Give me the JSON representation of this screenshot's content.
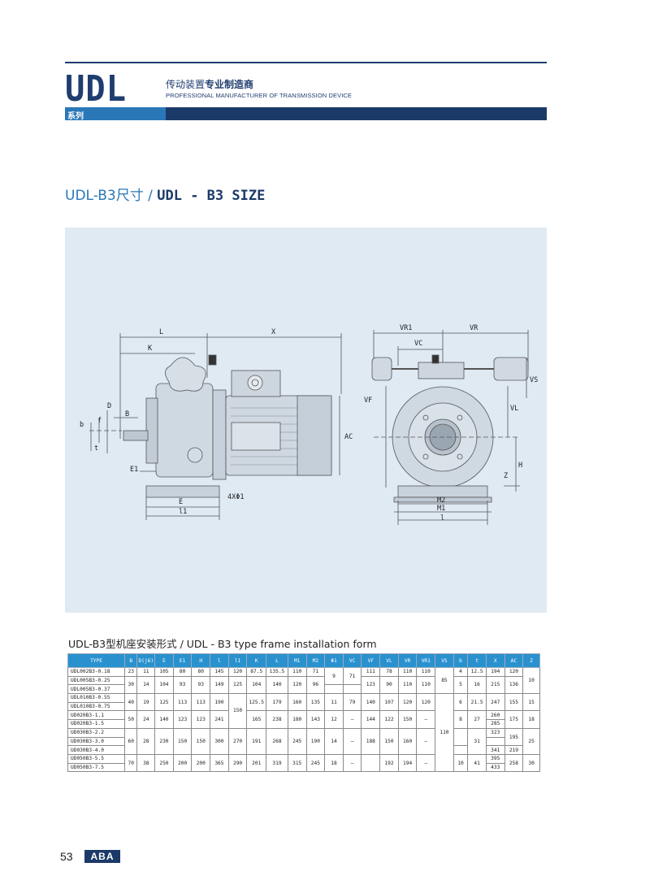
{
  "header": {
    "brand": "UDL",
    "series_label": "系列",
    "tagline_cn_regular": "传动装置",
    "tagline_cn_bold": "专业制造商",
    "tagline_en": "PROFESSIONAL MANUFACTURER OF TRANSMISSION DEVICE"
  },
  "section": {
    "title_cn": "UDL-B3尺寸 / ",
    "title_en": "UDL - B3 SIZE"
  },
  "drawing": {
    "labels": {
      "L": "L",
      "X": "X",
      "K": "K",
      "VR1": "VR1",
      "VR": "VR",
      "VC": "VC",
      "VS": "VS",
      "VF": "VF",
      "VL": "VL",
      "AC": "AC",
      "H": "H",
      "Z": "Z",
      "b": "b",
      "f": "f",
      "D": "D",
      "B": "B",
      "t": "t",
      "E1": "E1",
      "E": "E",
      "l1": "l1",
      "hole": "4XΦ1",
      "M2": "M2",
      "M1": "M1",
      "l": "l"
    }
  },
  "table": {
    "caption": "UDL-B3型机座安装形式 / UDL - B3 type frame installation form",
    "headers": [
      "TYPE",
      "B",
      "D(j6)",
      "E",
      "E1",
      "H",
      "l",
      "l1",
      "K",
      "L",
      "M1",
      "M2",
      "Φ1",
      "VC",
      "VF",
      "VL",
      "VR",
      "VR1",
      "VS",
      "b",
      "t",
      "X",
      "AC",
      "Z"
    ],
    "rows": [
      [
        "UDL002B3-0.18",
        "23",
        "11",
        "105",
        "80",
        "80",
        "145",
        "120",
        "87.5",
        "135.5",
        "110",
        "71",
        "9",
        "71",
        "111",
        "78",
        "110",
        "110",
        "85",
        "4",
        "12.5",
        "194",
        "120",
        "10"
      ],
      [
        "UDL005B3-0.25",
        "30",
        "14",
        "104",
        "93",
        "93",
        "149",
        "125",
        "104",
        "140",
        "120",
        "96",
        "",
        "",
        "123",
        "90",
        "110",
        "110",
        "",
        "5",
        "16",
        "215",
        "136",
        ""
      ],
      [
        "UDL005B3-0.37"
      ],
      [
        "UDL010B3-0.55",
        "40",
        "19",
        "125",
        "113",
        "113",
        "190",
        "150",
        "125.5",
        "179",
        "160",
        "135",
        "11",
        "79",
        "140",
        "107",
        "120",
        "120",
        "110",
        "6",
        "21.5",
        "247",
        "155",
        "15"
      ],
      [
        "UDL010B3-0.75"
      ],
      [
        "UD020B3-1.1",
        "50",
        "24",
        "140",
        "123",
        "123",
        "241",
        "",
        "165",
        "238",
        "180",
        "143",
        "12",
        "–",
        "144",
        "122",
        "150",
        "–",
        "",
        "8",
        "27",
        "260",
        "175",
        "18"
      ],
      [
        "UD020B3-1.5",
        "",
        "",
        "",
        "",
        "",
        "",
        "",
        "",
        "",
        "",
        "",
        "",
        "",
        "",
        "",
        "",
        "",
        "",
        "",
        "",
        "285",
        "",
        ""
      ],
      [
        "UD030B3-2.2",
        "60",
        "28",
        "230",
        "150",
        "150",
        "300",
        "270",
        "191",
        "268",
        "245",
        "190",
        "14",
        "–",
        "188",
        "150",
        "160",
        "–",
        "",
        "",
        "31",
        "323",
        "195",
        "25"
      ],
      [
        "UD030B3-3.0"
      ],
      [
        "UD030B3-4.0",
        "",
        "",
        "",
        "",
        "",
        "",
        "",
        "",
        "",
        "",
        "",
        "",
        "",
        "",
        "",
        "",
        "",
        "",
        "",
        "",
        "341",
        "219",
        ""
      ],
      [
        "UD050B3-5.5",
        "70",
        "38",
        "250",
        "200",
        "200",
        "365",
        "290",
        "201",
        "319",
        "315",
        "245",
        "18",
        "–",
        "",
        "192",
        "194",
        "–",
        "",
        "10",
        "41",
        "395",
        "258",
        "30"
      ],
      [
        "UD050B3-7.5",
        "",
        "",
        "",
        "",
        "",
        "",
        "",
        "",
        "",
        "",
        "",
        "",
        "",
        "",
        "",
        "",
        "",
        "",
        "",
        "",
        "433",
        "",
        ""
      ]
    ]
  },
  "footer": {
    "page_number": "53",
    "logo": "ABA"
  }
}
